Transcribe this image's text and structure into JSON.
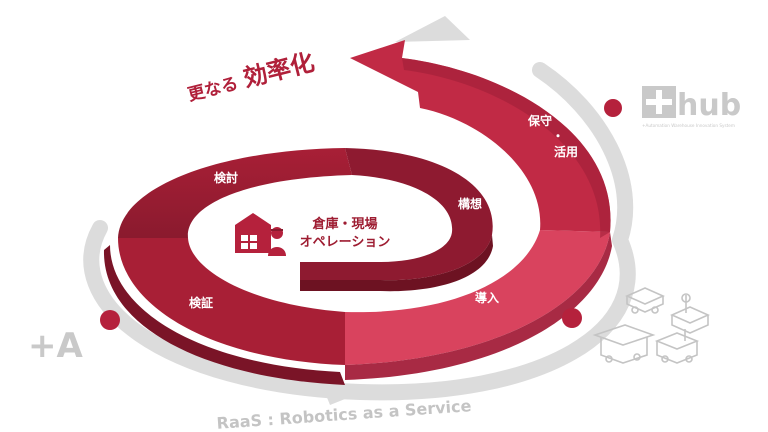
{
  "headline": {
    "prefix": "更なる",
    "emphasis": "効率化"
  },
  "segments": {
    "kento": "検討",
    "koso": "構想",
    "donyu": "導入",
    "kensho": "検証",
    "hoshu_line1": "保守",
    "hoshu_dot": "・",
    "hoshu_line2": "活用"
  },
  "center": {
    "line1": "倉庫・現場",
    "line2": "オペレーション"
  },
  "caption": "RaaS : Robotics as a Service",
  "logos": {
    "plus_a": "+A",
    "hub": "hub",
    "hub_tagline": "+Automation Warehouse Innovation System"
  },
  "colors": {
    "dark_red": "#9e1d32",
    "mid_red": "#b5213c",
    "light_red": "#d9435e",
    "deep_red": "#7a1427",
    "shadow_grey": "#d9d9d9",
    "grey_text": "#b3b3b3",
    "heading_red": "#b0203a"
  },
  "icons": [
    "warehouse-icon",
    "worker-icon",
    "robot-cart-icon",
    "conveyor-robot-icon",
    "forklift-robot-icon",
    "drone-robot-icon"
  ]
}
